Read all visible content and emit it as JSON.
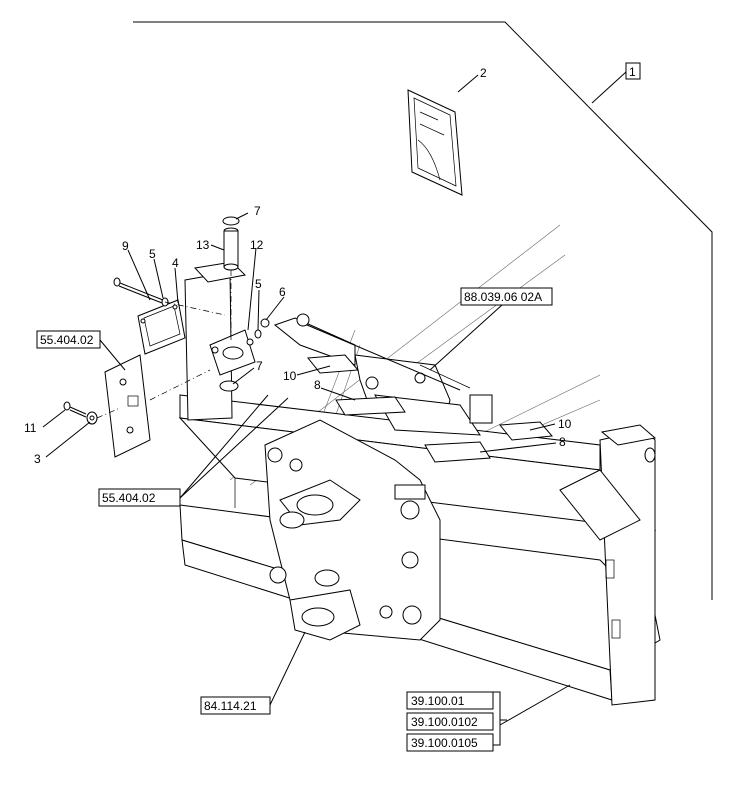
{
  "callouts": {
    "c1": "1",
    "c2": "2",
    "c3": "3",
    "c4": "4",
    "c5a": "5",
    "c5b": "5",
    "c6": "6",
    "c7a": "7",
    "c7b": "7",
    "c8a": "8",
    "c8b": "8",
    "c9": "9",
    "c10a": "10",
    "c10b": "10",
    "c11": "11",
    "c12": "12",
    "c13": "13"
  },
  "refs": {
    "r88": "88.039.06 02A",
    "r55a": "55.404.02",
    "r55b": "55.404.02",
    "r84": "84.114.21",
    "r39a": "39.100.01",
    "r39b": "39.100.0102",
    "r39c": "39.100.0105"
  }
}
